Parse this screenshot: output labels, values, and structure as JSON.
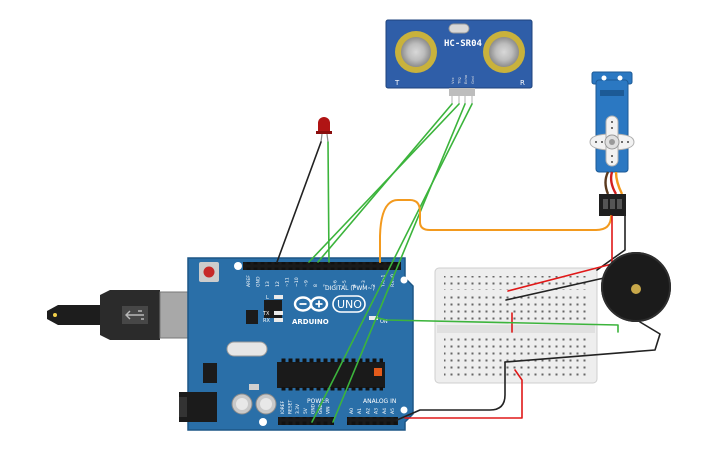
{
  "sensor": {
    "model": "HC-SR04",
    "left_mark": "T",
    "right_mark": "R",
    "pins": [
      "Vcc",
      "Trig",
      "Echo",
      "Gnd"
    ]
  },
  "arduino": {
    "logo_text": "ARDUINO",
    "model_text": "UNO",
    "digital_label": "DIGITAL (PWM~)",
    "analog_label": "ANALOG IN",
    "power_label": "POWER",
    "on_label": "ON",
    "led_l": "L",
    "led_tx": "TX",
    "led_rx": "RX",
    "digital_pins": [
      "AREF",
      "GND",
      "13",
      "12",
      "~11",
      "~10",
      "~9",
      "8",
      "7",
      "~6",
      "~5",
      "4",
      "~3",
      "2",
      "TX►1",
      "RX◄0"
    ],
    "power_pins": [
      "IOREF",
      "RESET",
      "3.3V",
      "5V",
      "GND",
      "GND",
      "VIN"
    ],
    "analog_pins": [
      "A0",
      "A1",
      "A2",
      "A3",
      "A4",
      "A5"
    ]
  },
  "colors": {
    "board": "#2a6fa8",
    "board_dark": "#1d5786",
    "wire_green": "#3cb43c",
    "wire_black": "#222222",
    "wire_red": "#e01818",
    "wire_orange": "#f39a1e",
    "servo": "#2b78c2",
    "led": "#b01414"
  }
}
